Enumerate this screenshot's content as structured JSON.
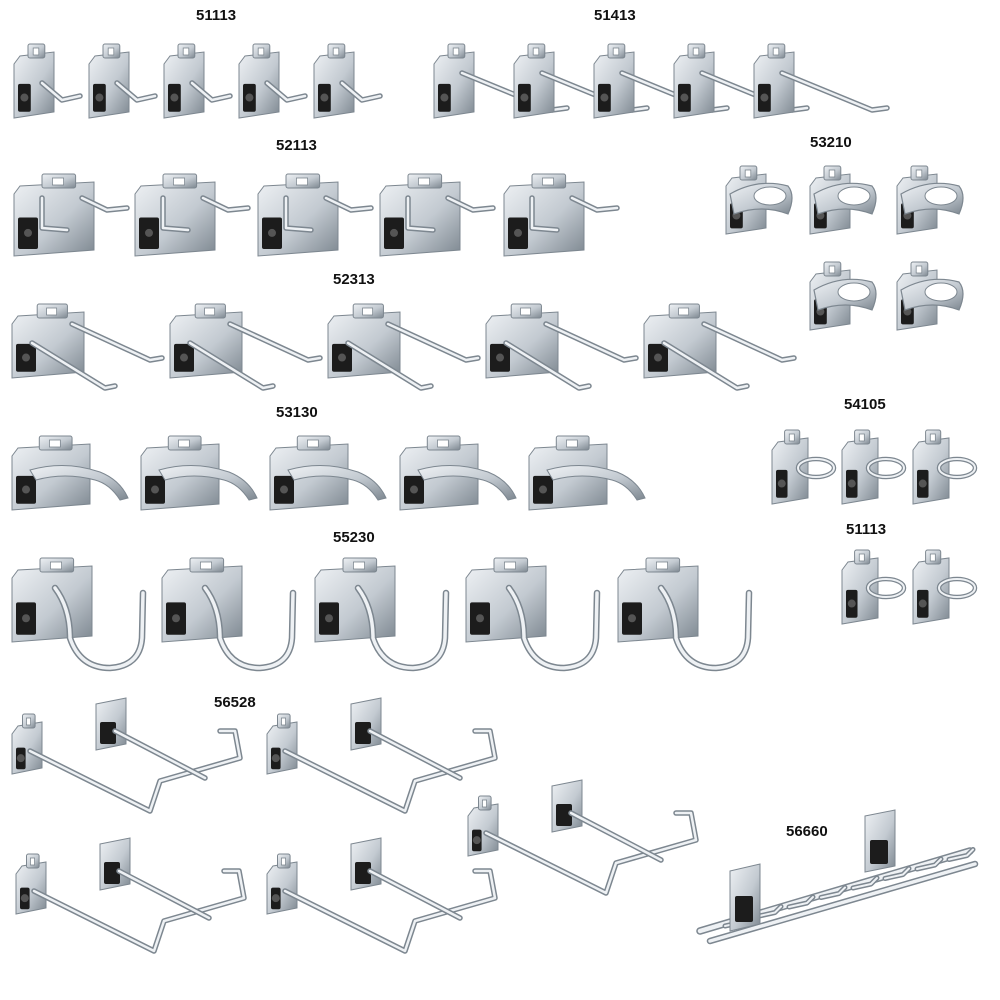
{
  "catalog": {
    "labels": {
      "l51113a": "51113",
      "l51413": "51413",
      "l52113": "52113",
      "l53210": "53210",
      "l52313": "52313",
      "l53130": "53130",
      "l54105": "54105",
      "l51113b": "51113",
      "l55230": "55230",
      "l56528": "56528",
      "l56660": "56660"
    }
  },
  "colors": {
    "steel_light": "#eef1f4",
    "steel": "#c3cad1",
    "steel_dark": "#7d8790",
    "insert": "#1c1c1c"
  }
}
